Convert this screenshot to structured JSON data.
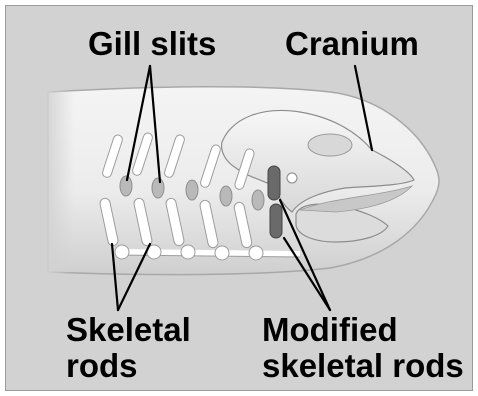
{
  "labels": {
    "gill_slits": "Gill slits",
    "cranium": "Cranium",
    "skeletal_rods": {
      "line1": "Skeletal",
      "line2": "rods"
    },
    "modified_rods": {
      "line1": "Modified",
      "line2": "skeletal rods"
    }
  },
  "colors": {
    "background": "#d2d2d2",
    "body": "#efefef",
    "body_edge": "#a8a8a8",
    "slit": "#b9b9b9",
    "rod": "#ffffff",
    "modified_rod": "#6a6a6a",
    "leader_line": "#000000"
  }
}
